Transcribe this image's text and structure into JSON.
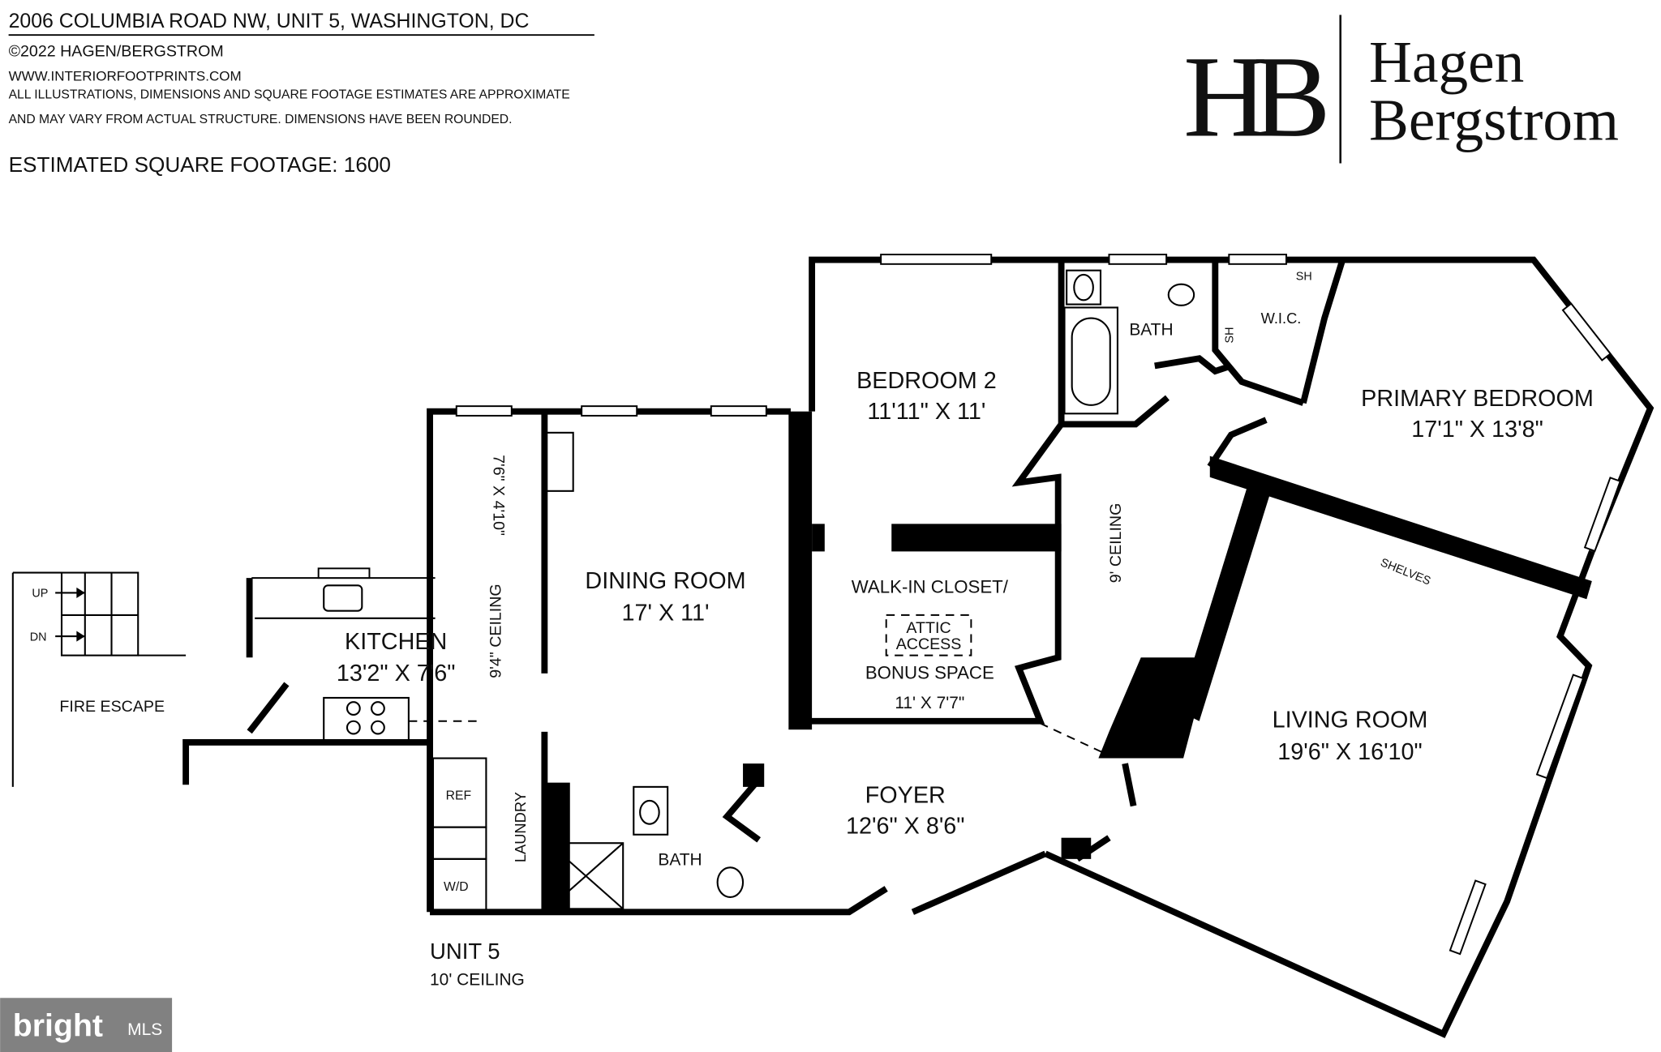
{
  "header": {
    "address": "2006 COLUMBIA ROAD NW, UNIT 5, WASHINGTON, DC",
    "copyright": "©2022 HAGEN/BERGSTROM",
    "website": "WWW.INTERIORFOOTPRINTS.COM",
    "disclaimer_1": "ALL ILLUSTRATIONS, DIMENSIONS AND SQUARE FOOTAGE ESTIMATES ARE APPROXIMATE",
    "disclaimer_2": "AND MAY VARY FROM ACTUAL STRUCTURE. DIMENSIONS HAVE BEEN ROUNDED.",
    "sqft": "ESTIMATED SQUARE FOOTAGE: 1600"
  },
  "logo": {
    "monogram": "HB",
    "line1": "Hagen",
    "line2": "Bergstrom"
  },
  "rooms": {
    "bedroom2": {
      "name": "BEDROOM 2",
      "dims": "11'11\" X 11'"
    },
    "primary": {
      "name": "PRIMARY BEDROOM",
      "dims": "17'1\" X 13'8\""
    },
    "dining": {
      "name": "DINING ROOM",
      "dims": "17' X 11'"
    },
    "kitchen": {
      "name": "KITCHEN",
      "dims": "13'2\" X 7'6\""
    },
    "closet": {
      "name": "WALK-IN CLOSET/",
      "name2": "BONUS SPACE",
      "dims": "11' X 7'7\""
    },
    "living": {
      "name": "LIVING ROOM",
      "dims": "19'6\" X 16'10\""
    },
    "foyer": {
      "name": "FOYER",
      "dims": "12'6\" X 8'6\""
    }
  },
  "labels": {
    "bath_upper": "BATH",
    "bath_lower": "BATH",
    "wic": "W.I.C.",
    "sh1": "SH",
    "sh2": "SH",
    "attic1": "ATTIC",
    "attic2": "ACCESS",
    "shelves": "SHELVES",
    "ceiling_hall": "9' CEILING",
    "ceiling_kitchen": "9'4\" CEILING",
    "pantry_dims": "7'6\" X 4'10\"",
    "laundry": "LAUNDRY",
    "ref": "REF",
    "wd": "W/D",
    "fire_escape": "FIRE ESCAPE",
    "up": "UP",
    "dn": "DN",
    "unit": "UNIT 5",
    "unit_ceiling": "10' CEILING"
  },
  "watermark": {
    "brand": "bright",
    "suffix": "MLS"
  }
}
